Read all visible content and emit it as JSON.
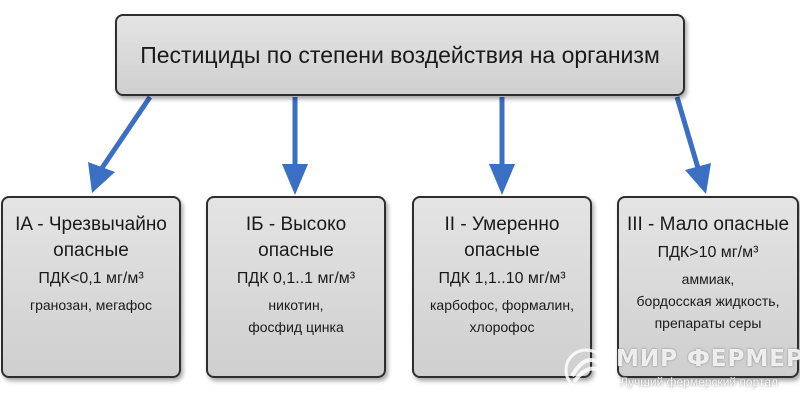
{
  "root": {
    "title": "Пестициды по степени воздействия на организм"
  },
  "categories": [
    {
      "title": "IA - Чрезвычайно\nопасные",
      "pdk": "ПДК<0,1 мг/м³",
      "examples": "гранозан, мегафос"
    },
    {
      "title": "IБ - Высоко\nопасные",
      "pdk": "ПДК 0,1..1 мг/м³",
      "examples": "никотин,\nфосфид цинка"
    },
    {
      "title": "II - Умеренно\nопасные",
      "pdk": "ПДК 1,1..10 мг/м³",
      "examples": "карбофос, формалин,\nхлорофос"
    },
    {
      "title": "III - Мало опасные",
      "pdk": "ПДК>10 мг/м³",
      "examples": "аммиак,\nбордосская жидкость,\nпрепараты серы"
    }
  ],
  "watermark": {
    "title": "МИР ФЕРМЕРА",
    "subtitle": "Лучший фермерский портал"
  },
  "colors": {
    "arrow": "#3b6fc4",
    "box_fill": "#d9d9d9",
    "box_border": "#2e2e2e"
  }
}
